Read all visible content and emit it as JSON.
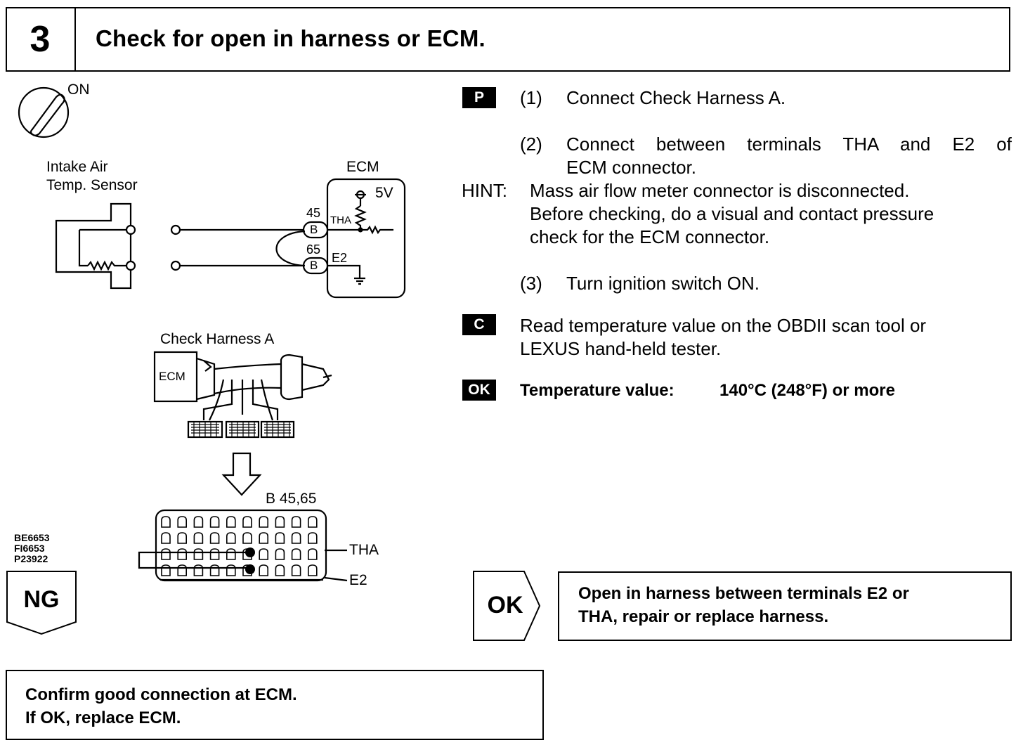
{
  "header": {
    "step_number": "3",
    "title": "Check for open in harness or ECM."
  },
  "diagram": {
    "ignition_state": "ON",
    "sensor_label_line1": "Intake Air",
    "sensor_label_line2": "Temp. Sensor",
    "ecm_label": "ECM",
    "voltage_label": "5V",
    "pin_45": "45",
    "pin_65": "65",
    "connector_letter": "B",
    "tha_label": "THA",
    "e2_label": "E2",
    "harness_label": "Check Harness A",
    "harness_ecm_box": "ECM",
    "connector_pins_label": "B 45,65",
    "connector_tha_label": "THA",
    "connector_e2_label": "E2",
    "figure_codes": [
      "BE6653",
      "FI6653",
      "P23922"
    ]
  },
  "instructions": {
    "p_badge": "P",
    "step1_num": "(1)",
    "step1_text": "Connect Check Harness A.",
    "step2_num": "(2)",
    "step2_line1": "Connect between terminals THA and E2 of",
    "step2_line2": "ECM connector.",
    "hint_label": "HINT:",
    "hint_line1": "Mass air flow meter connector is disconnected.",
    "hint_line2": "Before checking, do a visual and contact pressure",
    "hint_line3": "check for the ECM connector.",
    "step3_num": "(3)",
    "step3_text": "Turn ignition switch ON.",
    "c_badge": "C",
    "check_line1": "Read temperature value on the OBDII scan tool or",
    "check_line2": "LEXUS hand-held tester.",
    "ok_badge": "OK",
    "spec_label": "Temperature value:",
    "spec_value": "140°C (248°F) or more"
  },
  "results": {
    "ng_label": "NG",
    "ok_label": "OK",
    "ok_line1": "Open in harness between terminals E2 or",
    "ok_line2": "THA, repair or replace harness.",
    "ng_line1": "Confirm good connection at ECM.",
    "ng_line2": "If OK, replace ECM."
  }
}
